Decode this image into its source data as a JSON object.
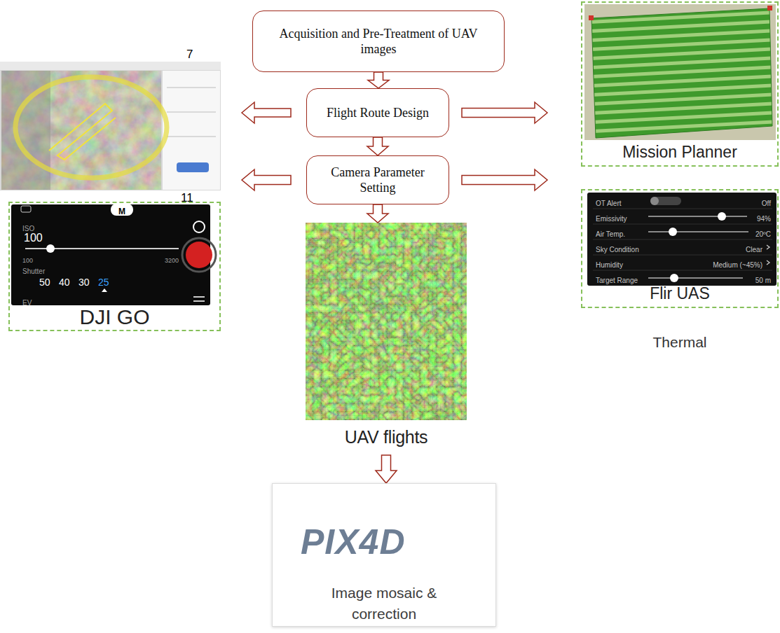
{
  "diagram": {
    "nodes": [
      {
        "text": [
          "Acquisition and Pre-Treatment of UAV images"
        ]
      },
      {
        "text": [
          "Flight Route Design"
        ]
      },
      {
        "text": [
          "Mission Planner"
        ]
      },
      {
        "text": [
          "Camera Parameter Setting"
        ]
      },
      {
        "text": [
          "DJI GO"
        ]
      },
      {
        "text": [
          "Flir UAS",
          "Thermal"
        ]
      },
      {
        "text": [
          "UAV flights"
        ]
      },
      {
        "text": [
          "PIX4D",
          "Image mosaic & correction"
        ]
      }
    ],
    "edges": [
      {
        "from": 0,
        "to": 1,
        "arrow": "to"
      },
      {
        "from": 1,
        "to": 2,
        "arrow": "to"
      },
      {
        "from": 1,
        "to": 3,
        "arrow": "to"
      },
      {
        "from": 3,
        "to": 4,
        "arrow": "to"
      },
      {
        "from": 3,
        "to": 5,
        "arrow": "to"
      },
      {
        "from": 3,
        "to": 6,
        "arrow": "to"
      },
      {
        "from": 6,
        "to": 7,
        "arrow": "to"
      }
    ],
    "labels": [
      "7",
      "11",
      "M",
      "ISO",
      "100",
      "100",
      "3200",
      "Shutter",
      "50",
      "40",
      "30",
      "25",
      "EV",
      "OT Alert",
      "Off",
      "Emissivity",
      "94%",
      "Air Temp.",
      "20ºC",
      "Sky Condition",
      "Clear",
      "Humidity",
      "Medium (~45%)",
      "Target Range",
      "50 m"
    ]
  }
}
